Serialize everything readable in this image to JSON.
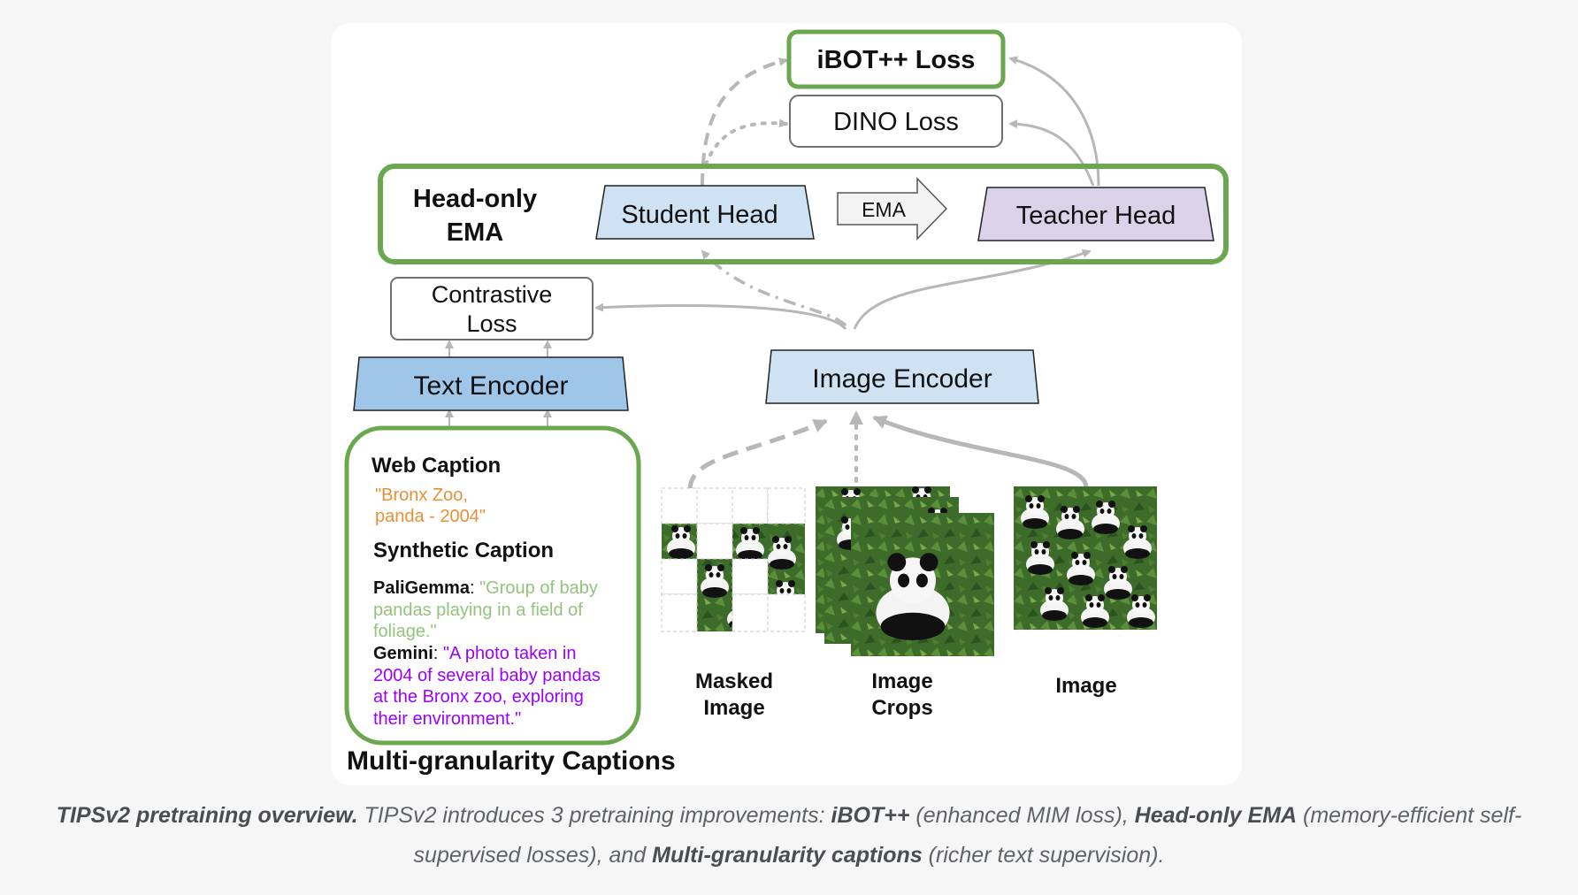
{
  "diagram": {
    "loss_ibot": "iBOT++ Loss",
    "loss_dino": "DINO Loss",
    "ema_box_title_1": "Head-only",
    "ema_box_title_2": "EMA",
    "student_head": "Student Head",
    "ema_arrow": "EMA",
    "teacher_head": "Teacher Head",
    "contrastive_loss_1": "Contrastive",
    "contrastive_loss_2": "Loss",
    "text_encoder": "Text Encoder",
    "image_encoder": "Image Encoder",
    "web_caption_title": "Web Caption",
    "web_caption_text_1": "\"Bronx Zoo,",
    "web_caption_text_2": "panda - 2004\"",
    "synthetic_caption_title": "Synthetic Caption",
    "paligemma_label": "PaliGemma",
    "paligemma_line_1": "\"Group of baby",
    "paligemma_line_2": "pandas playing in a field of",
    "paligemma_line_3": "foliage.\"",
    "gemini_label": "Gemini",
    "gemini_line_1": "\"A photo taken in",
    "gemini_line_2": "2004 of several baby pandas",
    "gemini_line_3": "at the Bronx zoo, exploring",
    "gemini_line_4": "their environment.\"",
    "masked_image_1": "Masked",
    "masked_image_2": "Image",
    "image_crops_1": "Image",
    "image_crops_2": "Crops",
    "image_label": "Image",
    "multi_granularity": "Multi-granularity Captions"
  },
  "caption": {
    "title": "TIPSv2 pretraining overview.",
    "t1": " TIPSv2 introduces 3 pretraining improvements: ",
    "b1": "iBOT++",
    "t2": " (enhanced MIM loss), ",
    "b2": "Head-only EMA",
    "t3": " (memory-efficient self-supervised losses), and ",
    "b3": "Multi-granularity captions",
    "t4": " (richer text supervision)."
  },
  "colors": {
    "green_border": "#6aa84f",
    "student_fill": "#cfe2f3",
    "teacher_fill": "#d9d2e9",
    "text_encoder_fill": "#9fc5e8",
    "image_encoder_fill": "#cfe2f3",
    "web_caption_color": "#e69138",
    "paligemma_color": "#93c47d",
    "gemini_color": "#9900ff",
    "arrow_gray": "#b7b7b7"
  },
  "icons": [
    "arrow-icon",
    "panda-photo"
  ]
}
